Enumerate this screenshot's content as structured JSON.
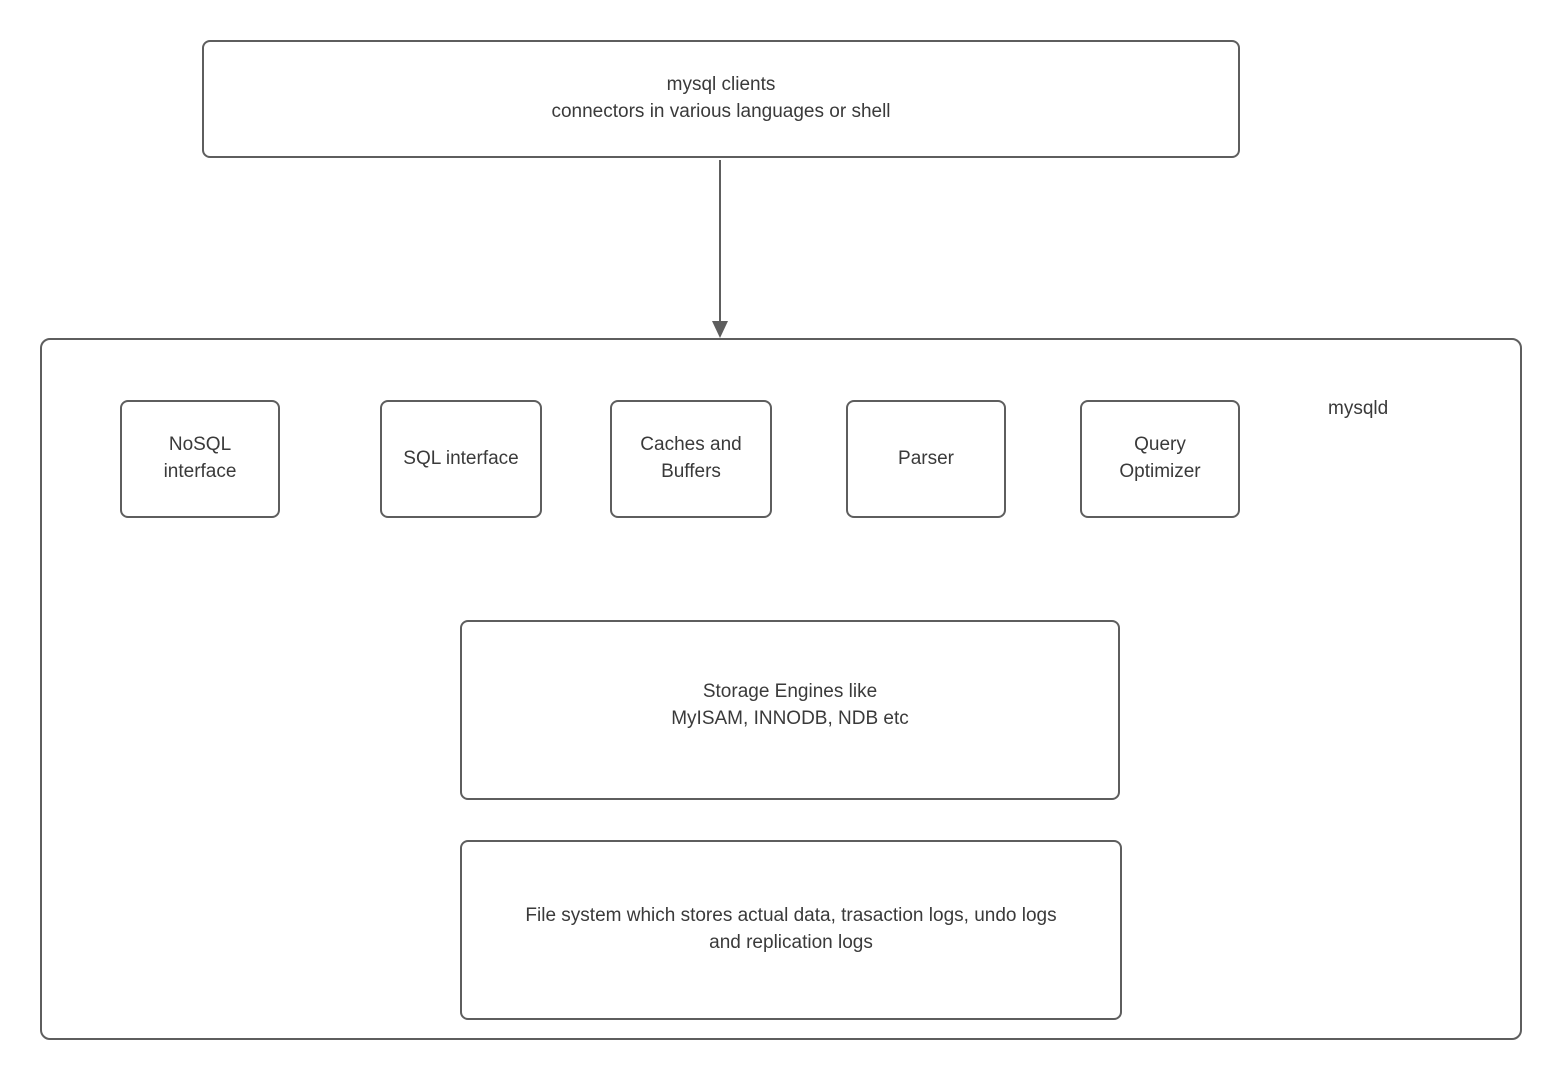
{
  "colors": {
    "border": "#5e5e5e",
    "arrow": "#5e5e5e",
    "text": "#3a3a3a",
    "background": "#ffffff"
  },
  "nodes": {
    "clients": "mysql clients\nconnectors in various languages or shell",
    "mysqld_label": "mysqld",
    "components": [
      {
        "id": "nosql-interface",
        "label": "NoSQL\ninterface"
      },
      {
        "id": "sql-interface",
        "label": "SQL interface"
      },
      {
        "id": "caches-buffers",
        "label": "Caches and\nBuffers"
      },
      {
        "id": "parser",
        "label": "Parser"
      },
      {
        "id": "query-optimizer",
        "label": "Query\nOptimizer"
      }
    ],
    "storage_engines": "Storage Engines like\nMyISAM, INNODB, NDB etc",
    "file_system": "File system which stores actual data, trasaction logs, undo logs\nand replication logs"
  }
}
